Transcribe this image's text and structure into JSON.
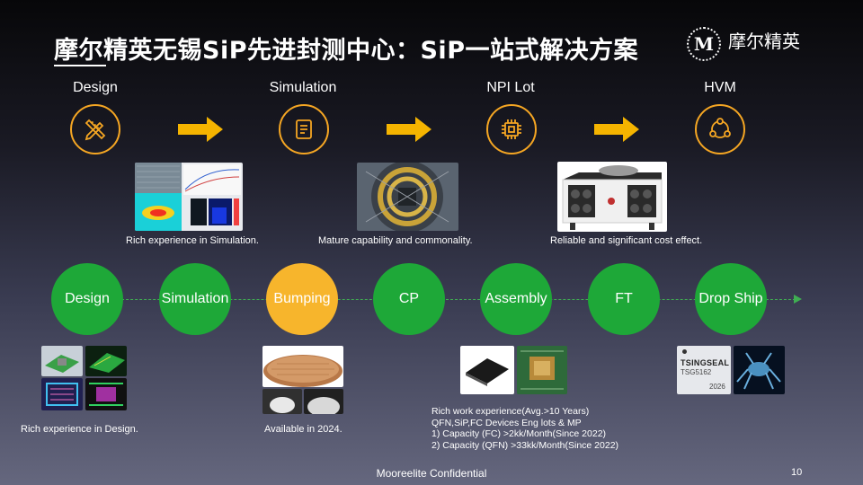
{
  "title": "摩尔精英无锡SiP先进封测中心：SiP一站式解决方案",
  "logo": {
    "cn": "摩尔精英",
    "mark": "M"
  },
  "stages": [
    {
      "label": "Design",
      "icon": "pencil-ruler-icon"
    },
    {
      "label": "Simulation",
      "icon": "document-icon"
    },
    {
      "label": "NPI Lot",
      "icon": "chip-icon"
    },
    {
      "label": "HVM",
      "icon": "cycle-network-icon"
    }
  ],
  "stage_captions": {
    "simulation": "Rich experience in Simulation.",
    "npi": "Mature capability and commonality.",
    "hvm": "Reliable and significant cost effect."
  },
  "process": [
    {
      "label": "Design",
      "active": false
    },
    {
      "label": "Simulation",
      "active": false
    },
    {
      "label": "Bumping",
      "active": true
    },
    {
      "label": "CP",
      "active": false
    },
    {
      "label": "Assembly",
      "active": false
    },
    {
      "label": "FT",
      "active": false
    },
    {
      "label": "Drop Ship",
      "active": false
    }
  ],
  "bottom_captions": {
    "design": "Rich experience in Design.",
    "bumping": "Available in 2024."
  },
  "assembly_notes": [
    "Rich work experience(Avg.>10 Years)",
    "QFN,SiP,FC Devices Eng lots & MP",
    "1) Capacity (FC) >2kk/Month(Since 2022)",
    "2) Capacity (QFN) >33kk/Month(Since 2022)"
  ],
  "chip_label": {
    "brand": "TSINGSEAL",
    "part": "TSG5162",
    "code": "2026"
  },
  "footer": "Mooreelite Confidential",
  "page_number": "10",
  "colors": {
    "accent": "#f5a623",
    "node_green": "#1ea838",
    "node_active": "#f7b52c"
  }
}
